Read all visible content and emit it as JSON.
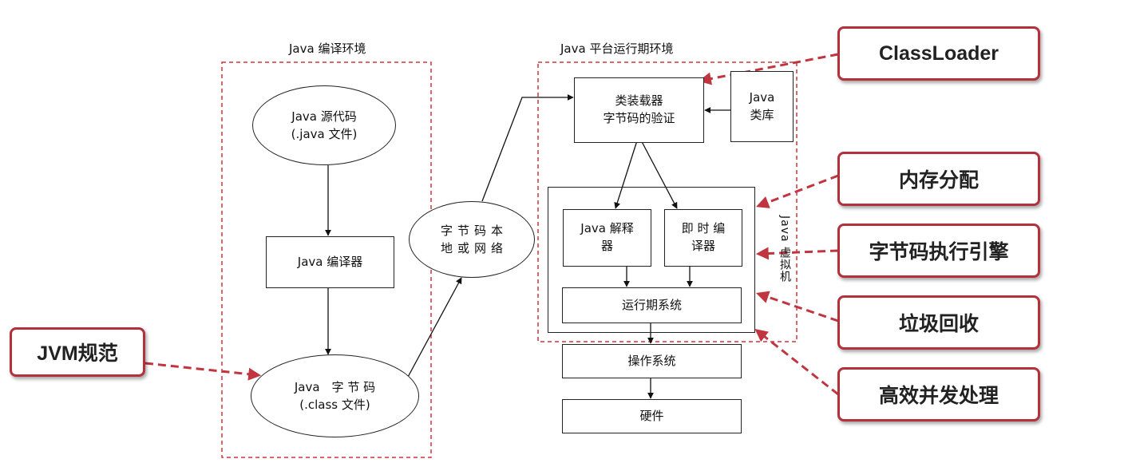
{
  "regions": {
    "compile_env": "Java 编译环境",
    "runtime_env": "Java 平台运行期环境",
    "jvm": "Java 虚拟机"
  },
  "nodes": {
    "source_code": {
      "line1": "Java 源代码",
      "line2": "(.java 文件)"
    },
    "compiler": "Java 编译器",
    "bytecode_file": {
      "line1": "Java　字 节 码",
      "line2": "(.class 文件)"
    },
    "local_or_network": {
      "line1": "字节码本",
      "line2": "地或网络"
    },
    "class_loader": {
      "line1": "类装载器",
      "line2": "字节码的验证"
    },
    "java_library": {
      "line1": "Java",
      "line2": "类库"
    },
    "interpreter": {
      "line1": "Java 解释",
      "line2": "器"
    },
    "jit_compiler": {
      "line1": "即 时 编",
      "line2": "译器"
    },
    "runtime_system": "运行期系统",
    "operating_system": "操作系统",
    "hardware": "硬件"
  },
  "callouts": {
    "class_loader": "ClassLoader",
    "memory_allocation": "内存分配",
    "execution_engine": "字节码执行引擎",
    "garbage_collection": "垃圾回收",
    "concurrency": "高效并发处理",
    "jvm_spec": "JVM规范"
  },
  "colors": {
    "callout_border": "#b5303d",
    "dashed_line": "#c0353f",
    "box_border": "#222222"
  }
}
